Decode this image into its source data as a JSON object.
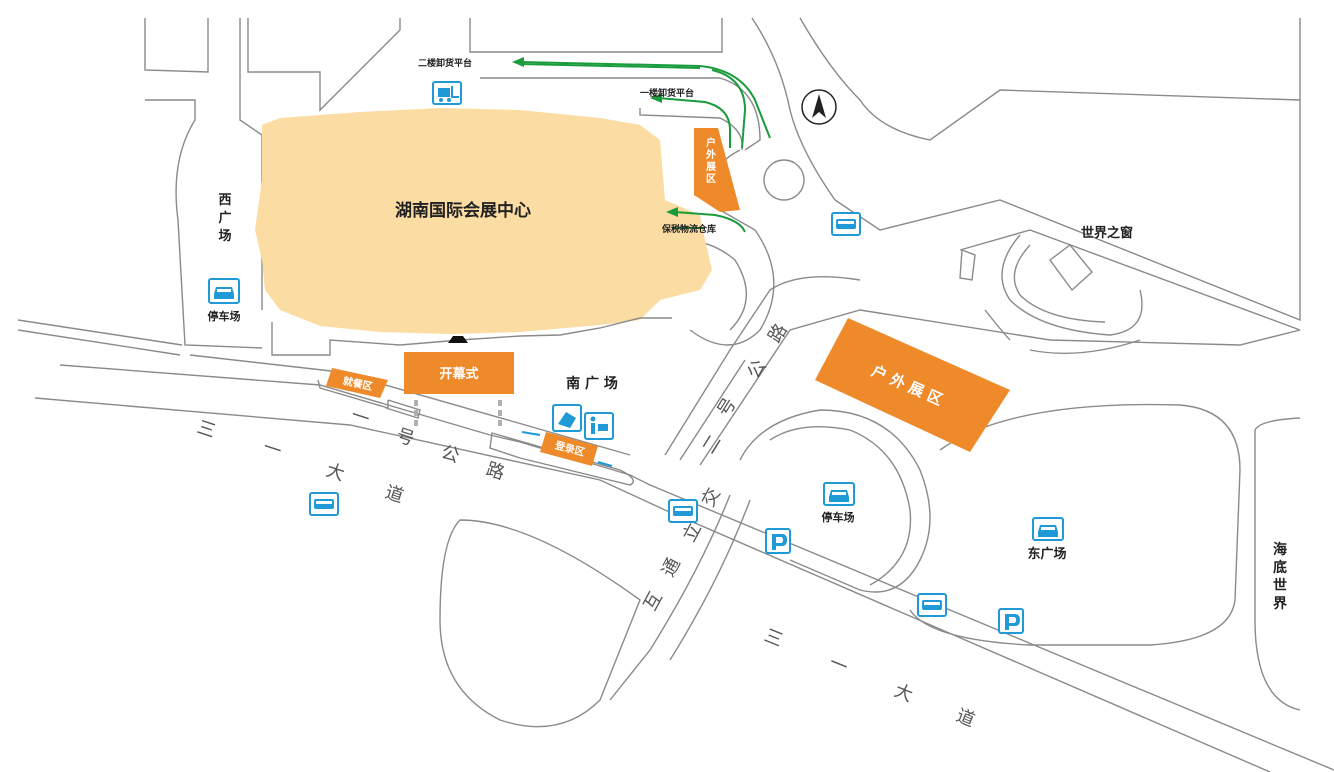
{
  "venue": {
    "name": "湖南国际会展中心"
  },
  "areas": {
    "west_plaza": [
      "西",
      "广",
      "场"
    ],
    "south_plaza": "南  广  场",
    "east_plaza": "东广场",
    "window_of_world": "世界之窗",
    "haidi_world": [
      "海",
      "底",
      "世",
      "界"
    ],
    "parking_west": "停车场",
    "parking_south": "停车场"
  },
  "zones": {
    "opening_ceremony": "开幕式",
    "dining_area": "就餐区",
    "registration_area": "登录区",
    "outdoor_expo_small": [
      "户",
      "外",
      "展",
      "区"
    ],
    "outdoor_expo_large": "户 外 展 区"
  },
  "loading": {
    "second_floor": "二楼卸货平台",
    "first_floor": "一楼卸货平台",
    "bonded_warehouse": "保税物流仓库"
  },
  "roads": {
    "sanyi_avenue": [
      "三",
      "一",
      "大",
      "道"
    ],
    "yihao_road": [
      "一",
      "号",
      "公",
      "路"
    ],
    "erhao_road": [
      "二",
      "号",
      "公",
      "路"
    ],
    "interchange": [
      "互",
      "通",
      "立",
      "交"
    ]
  },
  "icons": {
    "compass": "north-arrow-icon",
    "bus": "bus-icon",
    "car": "car-icon",
    "parking": "parking-icon",
    "forklift": "forklift-icon",
    "service": "service-icon"
  },
  "colors": {
    "hall": "#fbdca2",
    "zone": "#ef8a2b",
    "arrow": "#1a9b3c",
    "icon": "#1f9ad6",
    "road": "#8a8a8a"
  }
}
